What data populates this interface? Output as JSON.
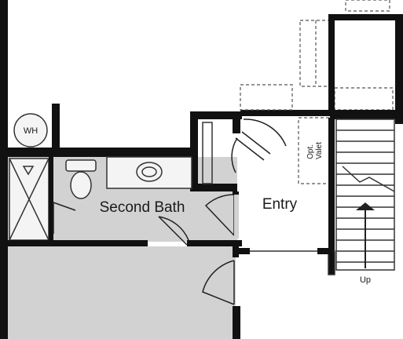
{
  "rooms": {
    "second_bath": "Second Bath",
    "entry": "Entry"
  },
  "fixtures": {
    "water_heater": "WH",
    "valet": "Opt.\nValet"
  },
  "stairs": {
    "direction": "Up"
  },
  "colors": {
    "wall": "#111111",
    "bath_floor": "#d2d2d2",
    "lower_floor": "#d2d2d2",
    "background": "#ffffff"
  }
}
